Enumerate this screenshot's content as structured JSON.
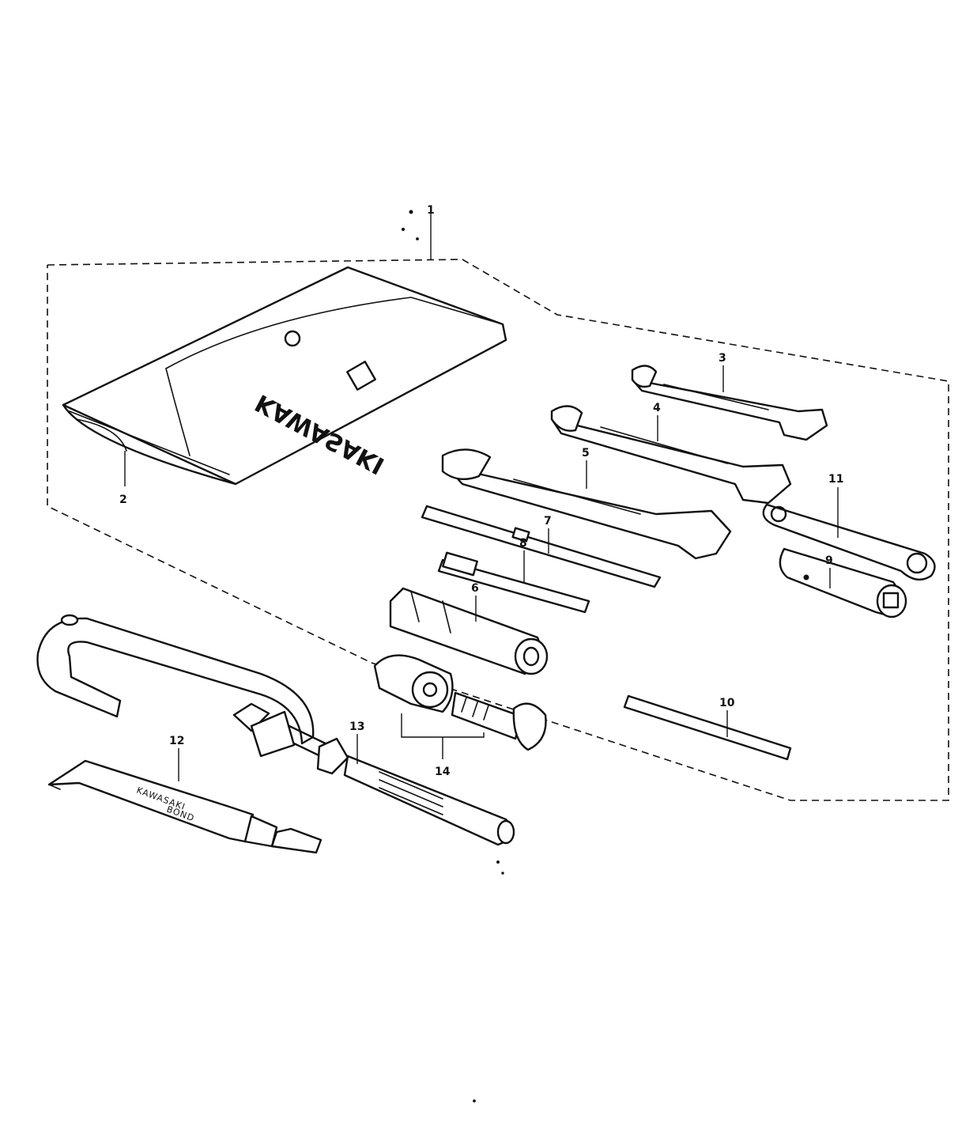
{
  "brand": {
    "pouch_text": "KAWASAKI",
    "tube_text_line1": "KAWASAKI",
    "tube_text_line2": "BOND"
  },
  "callouts": {
    "c1": "1",
    "c2": "2",
    "c3": "3",
    "c4": "4",
    "c5": "5",
    "c6": "6",
    "c7": "7",
    "c8": "8",
    "c9": "9",
    "c10": "10",
    "c11": "11",
    "c12": "12",
    "c13": "13",
    "c14": "14"
  },
  "colors": {
    "ink": "#111111",
    "paper": "#ffffff"
  }
}
